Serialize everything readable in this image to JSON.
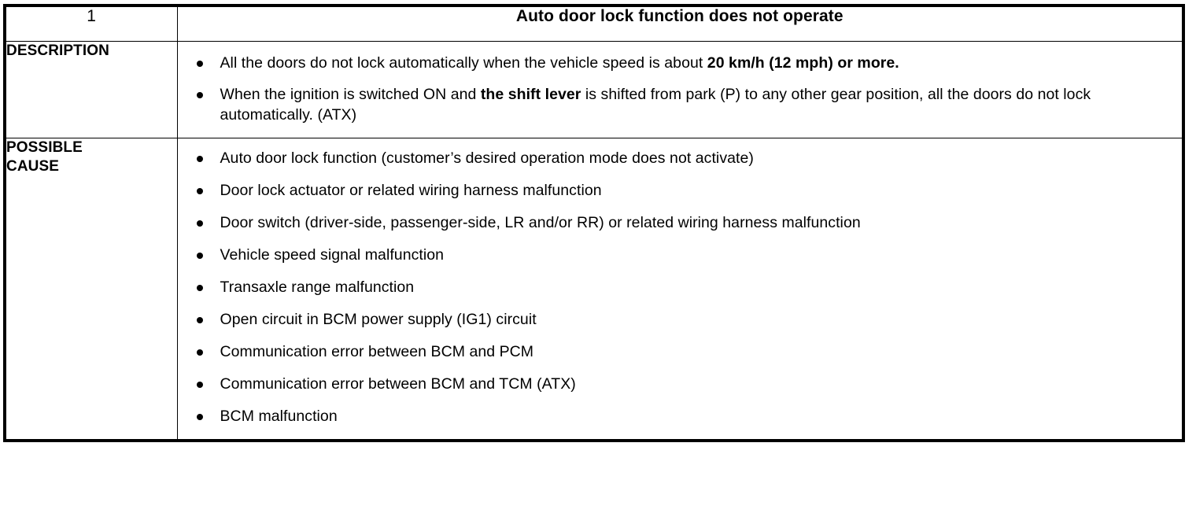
{
  "table": {
    "header": {
      "number": "1",
      "title": "Auto door lock function does not operate"
    },
    "sections": [
      {
        "label": "DESCRIPTION",
        "bullets": [
          {
            "parts": [
              {
                "text": "All the doors do not lock automatically when the vehicle speed is about ",
                "bold": false
              },
              {
                "text": "20 km/h (12 mph) or more.",
                "bold": true
              }
            ]
          },
          {
            "parts": [
              {
                "text": "When the ignition is switched ON and ",
                "bold": false
              },
              {
                "text": "the shift lever",
                "bold": true
              },
              {
                "text": " is shifted from park (P) to any other gear position, all the doors do not lock automatically. (ATX)",
                "bold": false
              }
            ]
          }
        ]
      },
      {
        "label": "POSSIBLE\nCAUSE",
        "bullets": [
          {
            "parts": [
              {
                "text": "Auto door lock function (customer’s desired operation mode does not activate)",
                "bold": false
              }
            ]
          },
          {
            "parts": [
              {
                "text": "Door lock actuator or related wiring harness malfunction",
                "bold": false
              }
            ]
          },
          {
            "parts": [
              {
                "text": "Door switch (driver-side, passenger-side, LR and/or RR) or related wiring harness malfunction",
                "bold": false
              }
            ]
          },
          {
            "parts": [
              {
                "text": "Vehicle speed signal malfunction",
                "bold": false
              }
            ]
          },
          {
            "parts": [
              {
                "text": "Transaxle range malfunction",
                "bold": false
              }
            ]
          },
          {
            "parts": [
              {
                "text": "Open circuit in BCM power supply (IG1) circuit",
                "bold": false
              }
            ]
          },
          {
            "parts": [
              {
                "text": "Communication error between BCM and PCM",
                "bold": false
              }
            ]
          },
          {
            "parts": [
              {
                "text": "Communication error between BCM and TCM (ATX)",
                "bold": false
              }
            ]
          },
          {
            "parts": [
              {
                "text": "BCM malfunction",
                "bold": false
              }
            ]
          }
        ]
      }
    ]
  },
  "colors": {
    "border": "#000000",
    "text": "#000000",
    "background": "#ffffff"
  }
}
